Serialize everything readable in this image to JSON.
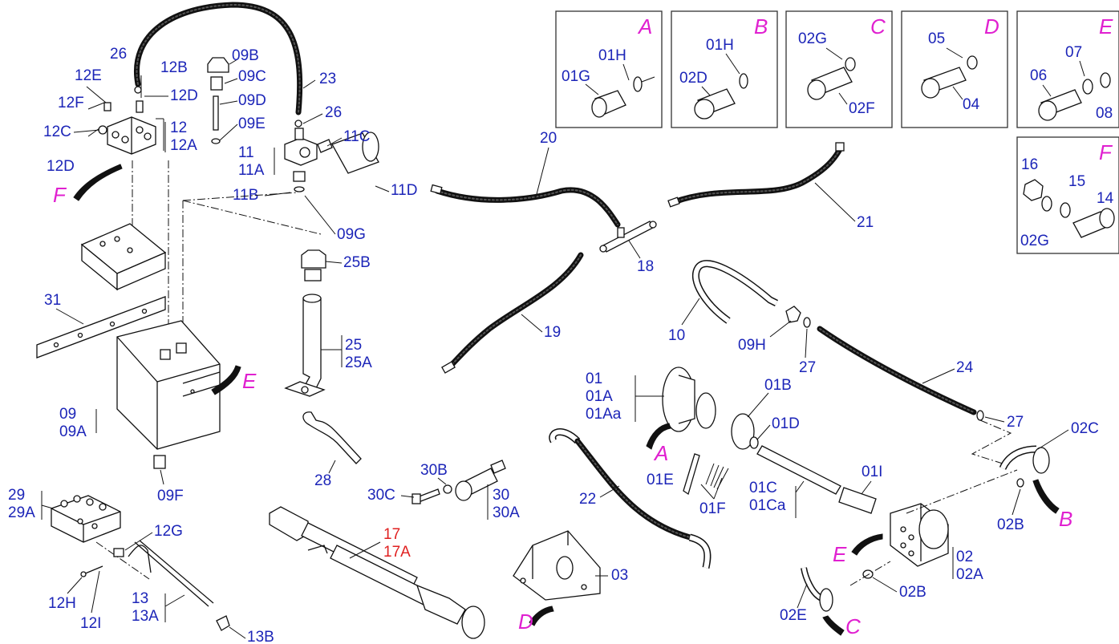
{
  "diagram": {
    "labels": {
      "26a": "26",
      "12E": "12E",
      "12B": "12B",
      "12F": "12F",
      "12D_a": "12D",
      "12C": "12C",
      "12": "12",
      "12A": "12A",
      "12D_b": "12D",
      "09B": "09B",
      "09C": "09C",
      "09D": "09D",
      "09E": "09E",
      "23": "23",
      "26b": "26",
      "11": "11",
      "11A": "11A",
      "11C": "11C",
      "11B": "11B",
      "11D": "11D",
      "09G": "09G",
      "20": "20",
      "21": "21",
      "18": "18",
      "19": "19",
      "25B": "25B",
      "25": "25",
      "25A": "25A",
      "31": "31",
      "09": "09",
      "09A": "09A",
      "09F": "09F",
      "10": "10",
      "09H": "09H",
      "27a": "27",
      "24": "24",
      "27b": "27",
      "02C": "02C",
      "01": "01",
      "01A": "01A",
      "01Aa": "01Aa",
      "01B": "01B",
      "01D": "01D",
      "01E": "01E",
      "01F": "01F",
      "01C": "01C",
      "01Ca": "01Ca",
      "01I": "01I",
      "28": "28",
      "30B": "30B",
      "30C": "30C",
      "30": "30",
      "30A": "30A",
      "22": "22",
      "29": "29",
      "29A": "29A",
      "12G": "12G",
      "12H": "12H",
      "12I": "12I",
      "13": "13",
      "13A": "13A",
      "13B": "13B",
      "17": "17",
      "17A": "17A",
      "03": "03",
      "02B_a": "02B",
      "02": "02",
      "02A": "02A",
      "02B_b": "02B",
      "02E": "02E",
      "bA_01G": "01G",
      "bA_01H": "01H",
      "bB_01H": "01H",
      "bB_02D": "02D",
      "bC_02G": "02G",
      "bC_02F": "02F",
      "bD_05": "05",
      "bD_04": "04",
      "bE_06": "06",
      "bE_07": "07",
      "bE_08": "08",
      "bF_16": "16",
      "bF_15": "15",
      "bF_14": "14",
      "bF_02G": "02G"
    },
    "refs": {
      "F": "F",
      "E": "E",
      "A": "A",
      "D": "D",
      "B": "B",
      "C": "C",
      "E2": "E"
    },
    "boxes": {
      "A": "A",
      "B": "B",
      "C": "C",
      "D": "D",
      "E": "E",
      "F": "F"
    }
  }
}
